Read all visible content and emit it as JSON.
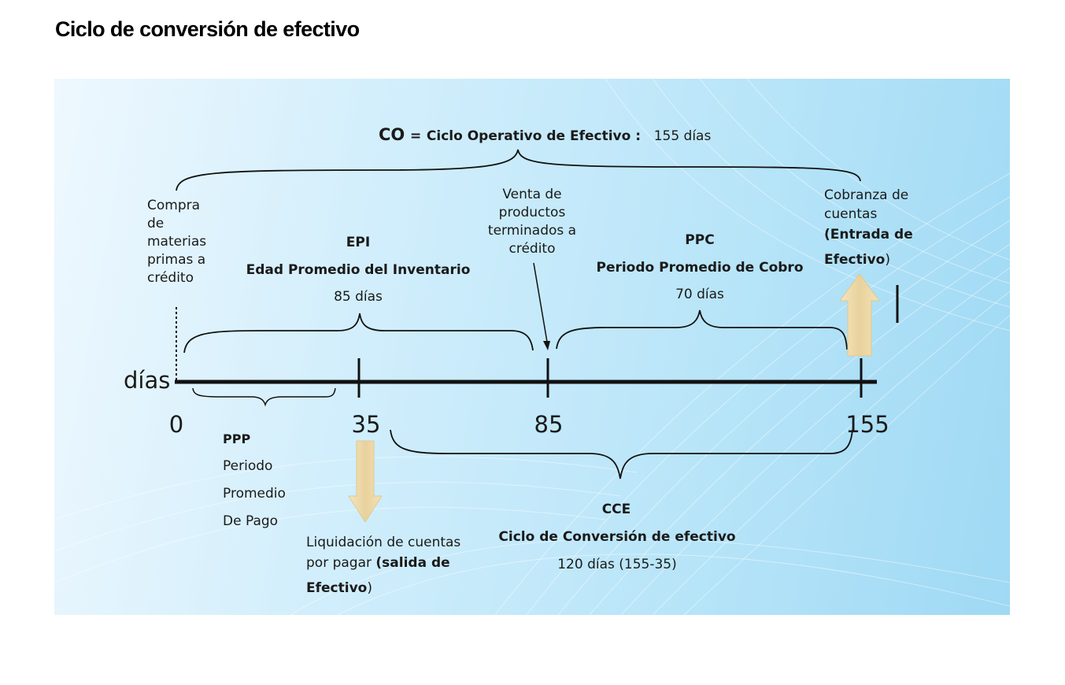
{
  "title": "Ciclo de conversión de efectivo",
  "co": {
    "abbr": "CO",
    "equals": "=",
    "label": "Ciclo Operativo de Efectivo :",
    "days": "155 días"
  },
  "events": {
    "compra": [
      "Compra",
      "de",
      "materias",
      "primas a",
      "crédito"
    ],
    "venta": [
      "Venta de",
      "productos",
      "terminados a",
      "crédito"
    ],
    "cobranza": {
      "line1": "Cobranza de",
      "line2": "cuentas",
      "line3": "(Entrada de",
      "line4_bold": "Efectivo",
      "line4_rest": ")"
    },
    "liquidacion": {
      "line1": "Liquidación de cuentas",
      "line2_normal": "por pagar ",
      "line2_bold": "(salida de",
      "line3_bold": "Efectivo",
      "line3_rest": ")"
    }
  },
  "epi": {
    "abbr": "EPI",
    "label": "Edad Promedio del Inventario",
    "days": "85 días"
  },
  "ppc": {
    "abbr": "PPC",
    "label": "Periodo Promedio de Cobro",
    "days": "70 días"
  },
  "ppp": {
    "abbr": "PPP",
    "lines": [
      "Periodo",
      "Promedio",
      "De Pago"
    ]
  },
  "cce": {
    "abbr": "CCE",
    "label": "Ciclo de Conversión de efectivo",
    "days": "120 días (155-35)"
  },
  "axis": {
    "label": "días",
    "ticks": [
      "0",
      "35",
      "85",
      "155"
    ]
  },
  "colors": {
    "background_light": "#eef8fe",
    "background_dark": "#9fd9f4",
    "arrow": "#ecd8a8",
    "line": "#000000"
  },
  "icons": {
    "up_arrow": "arrow-up-icon",
    "down_arrow": "arrow-down-icon"
  }
}
